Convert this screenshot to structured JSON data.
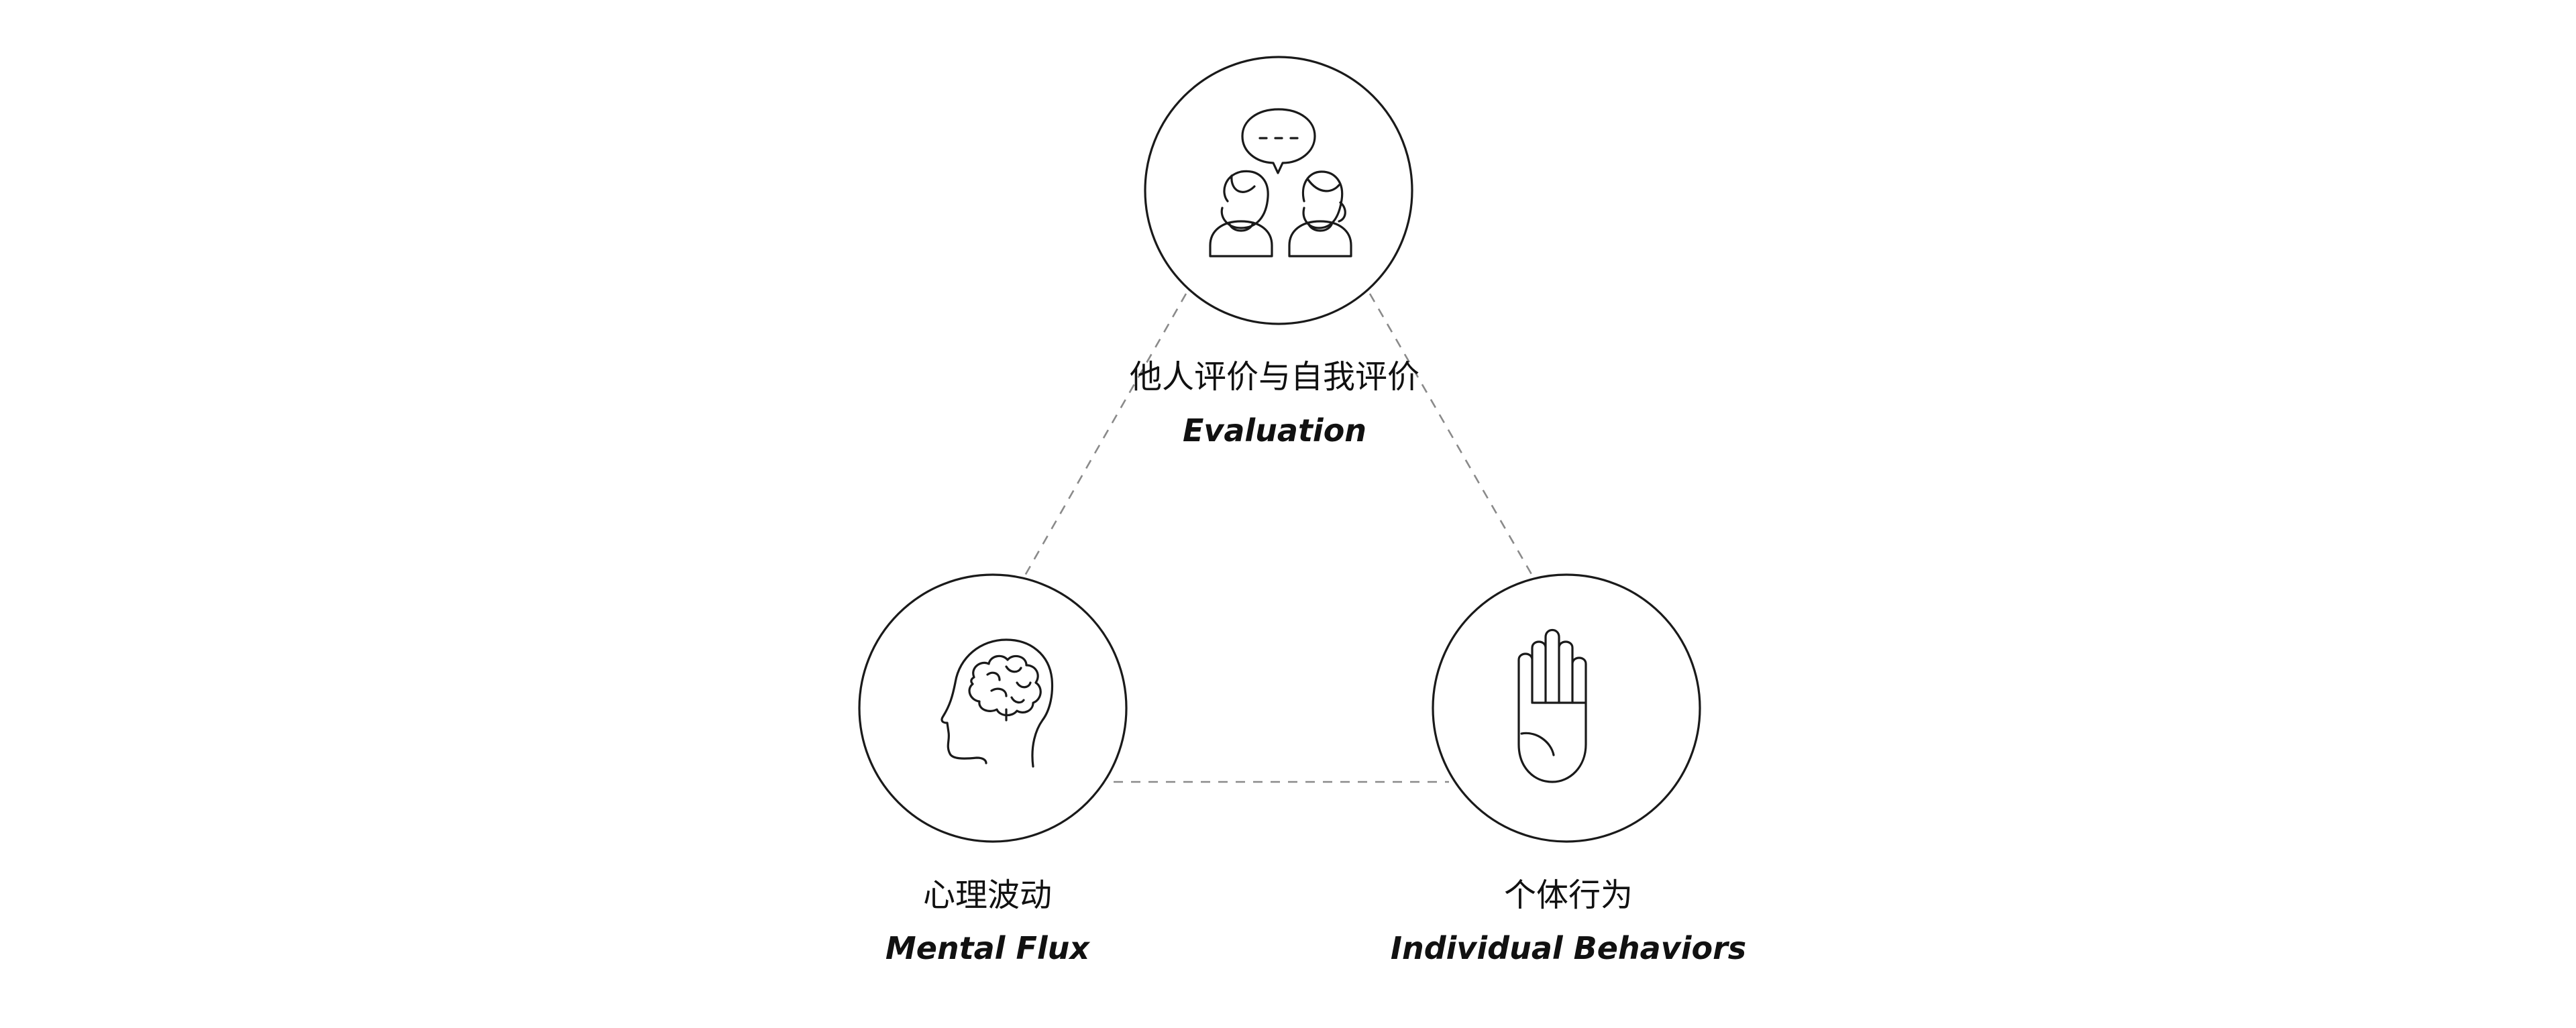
{
  "nodes": {
    "evaluation": {
      "zh": "他人评价与自我评价",
      "en": "Evaluation",
      "icon": "two-people-conversation-icon"
    },
    "mental_flux": {
      "zh": "心理波动",
      "en": "Mental Flux",
      "icon": "head-brain-icon"
    },
    "individual_behaviors": {
      "zh": "个体行为",
      "en": "Individual Behaviors",
      "icon": "raised-hand-icon"
    }
  },
  "colors": {
    "stroke": "#1a1a1a",
    "connector": "#8a8a8a",
    "background": "#ffffff"
  }
}
